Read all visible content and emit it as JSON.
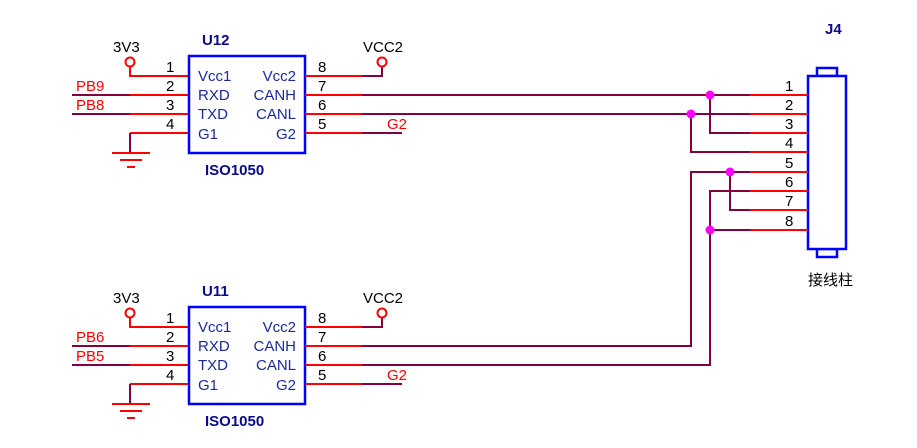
{
  "diagram": {
    "type": "schematic",
    "colors": {
      "wire": "#800040",
      "pin": "#ff0000",
      "body": "#0000ff",
      "junction": "#ff00ff",
      "net_label": "#ff0000",
      "ref": "#0a0a8c"
    },
    "chips": [
      {
        "ref": "U12",
        "part": "ISO1050",
        "power_left": "3V3",
        "power_right": "VCC2",
        "left_pins": [
          {
            "num": "1",
            "name": "Vcc1",
            "net": ""
          },
          {
            "num": "2",
            "name": "RXD",
            "net": "PB9"
          },
          {
            "num": "3",
            "name": "TXD",
            "net": "PB8"
          },
          {
            "num": "4",
            "name": "G1",
            "net": ""
          }
        ],
        "right_pins": [
          {
            "num": "8",
            "name": "Vcc2",
            "net": ""
          },
          {
            "num": "7",
            "name": "CANH",
            "net": ""
          },
          {
            "num": "6",
            "name": "CANL",
            "net": ""
          },
          {
            "num": "5",
            "name": "G2",
            "net": "G2"
          }
        ]
      },
      {
        "ref": "U11",
        "part": "ISO1050",
        "power_left": "3V3",
        "power_right": "VCC2",
        "left_pins": [
          {
            "num": "1",
            "name": "Vcc1",
            "net": ""
          },
          {
            "num": "2",
            "name": "RXD",
            "net": "PB6"
          },
          {
            "num": "3",
            "name": "TXD",
            "net": "PB5"
          },
          {
            "num": "4",
            "name": "G1",
            "net": ""
          }
        ],
        "right_pins": [
          {
            "num": "8",
            "name": "Vcc2",
            "net": ""
          },
          {
            "num": "7",
            "name": "CANH",
            "net": ""
          },
          {
            "num": "6",
            "name": "CANL",
            "net": ""
          },
          {
            "num": "5",
            "name": "G2",
            "net": "G2"
          }
        ]
      }
    ],
    "connector": {
      "ref": "J4",
      "label": "接线柱",
      "pins": [
        "1",
        "2",
        "3",
        "4",
        "5",
        "6",
        "7",
        "8"
      ]
    },
    "connections": [
      {
        "from": "U12.7",
        "to": [
          "J4.1",
          "J4.3"
        ]
      },
      {
        "from": "U12.6",
        "to": [
          "J4.2",
          "J4.4"
        ]
      },
      {
        "from": "U11.7",
        "to": [
          "J4.5",
          "J4.7"
        ]
      },
      {
        "from": "U11.6",
        "to": [
          "J4.6",
          "J4.8"
        ]
      }
    ]
  }
}
